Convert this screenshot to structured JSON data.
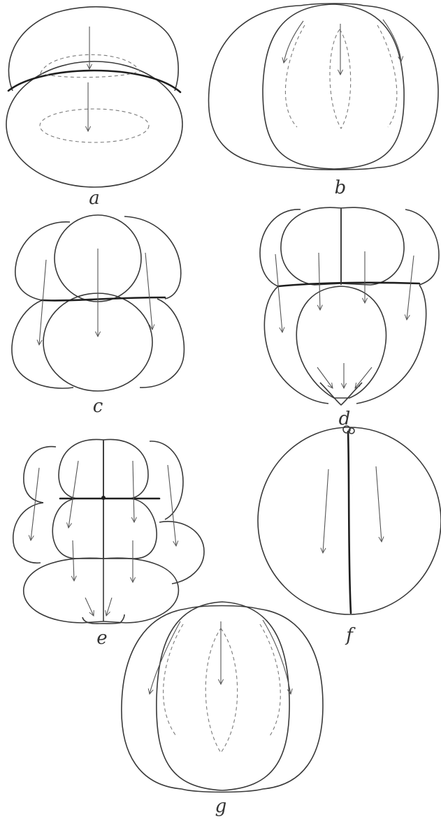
{
  "figures": [
    {
      "id": "a",
      "label": "a"
    },
    {
      "id": "b",
      "label": "b"
    },
    {
      "id": "c",
      "label": "c"
    },
    {
      "id": "d",
      "label": "d"
    },
    {
      "id": "e",
      "label": "e"
    },
    {
      "id": "f",
      "label": "f"
    },
    {
      "id": "g",
      "label": "g"
    }
  ]
}
